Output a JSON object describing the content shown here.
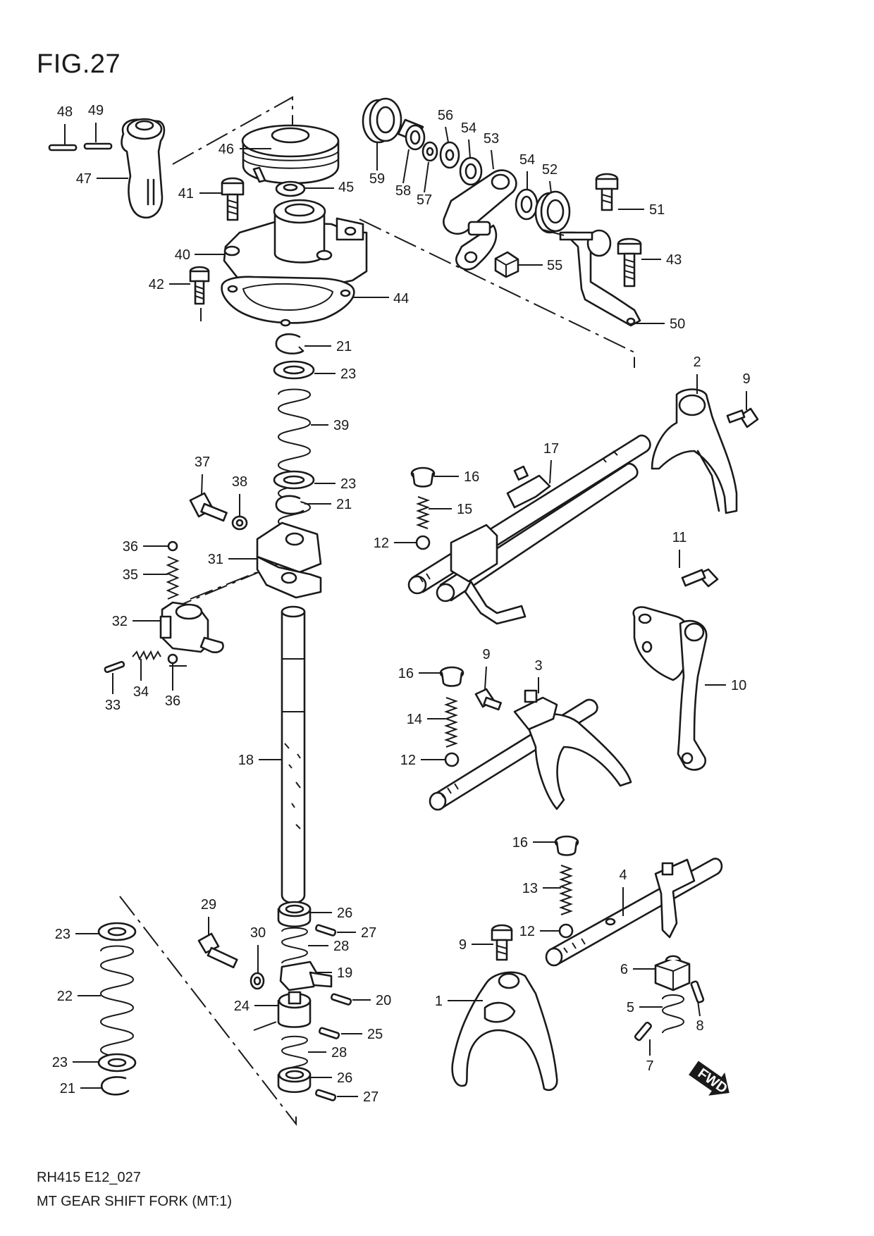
{
  "figure": {
    "title": "FIG.27",
    "code": "RH415 E12_027",
    "caption": "MT GEAR SHIFT FORK (MT:1)"
  },
  "direction_badge": "FWD",
  "labels": {
    "l48": "48",
    "l49": "49",
    "l47": "47",
    "l46": "46",
    "l45": "45",
    "l41": "41",
    "l40": "40",
    "l42": "42",
    "l44": "44",
    "l59": "59",
    "l58": "58",
    "l57": "57",
    "l56": "56",
    "l54a": "54",
    "l53": "53",
    "l54b": "54",
    "l52": "52",
    "l51": "51",
    "l55": "55",
    "l43": "43",
    "l50": "50",
    "l21a": "21",
    "l23a": "23",
    "l39": "39",
    "l23b": "23",
    "l21b": "21",
    "l37": "37",
    "l38": "38",
    "l36a": "36",
    "l35": "35",
    "l31": "31",
    "l32": "32",
    "l33": "33",
    "l34": "34",
    "l36b": "36",
    "l2": "2",
    "l9a": "9",
    "l17": "17",
    "l16a": "16",
    "l15": "15",
    "l12a": "12",
    "l11": "11",
    "l10": "10",
    "l16b": "16",
    "l9b": "9",
    "l3": "3",
    "l14": "14",
    "l12b": "12",
    "l18": "18",
    "l16c": "16",
    "l13": "13",
    "l4": "4",
    "l12c": "12",
    "l9c": "9",
    "l6": "6",
    "l1": "1",
    "l5": "5",
    "l8": "8",
    "l7": "7",
    "l29": "29",
    "l26a": "26",
    "l27a": "27",
    "l28a": "28",
    "l30": "30",
    "l19": "19",
    "l20": "20",
    "l24": "24",
    "l25": "25",
    "l28b": "28",
    "l26b": "26",
    "l27b": "27",
    "l23c": "23",
    "l22": "22",
    "l23d": "23",
    "l21c": "21"
  }
}
